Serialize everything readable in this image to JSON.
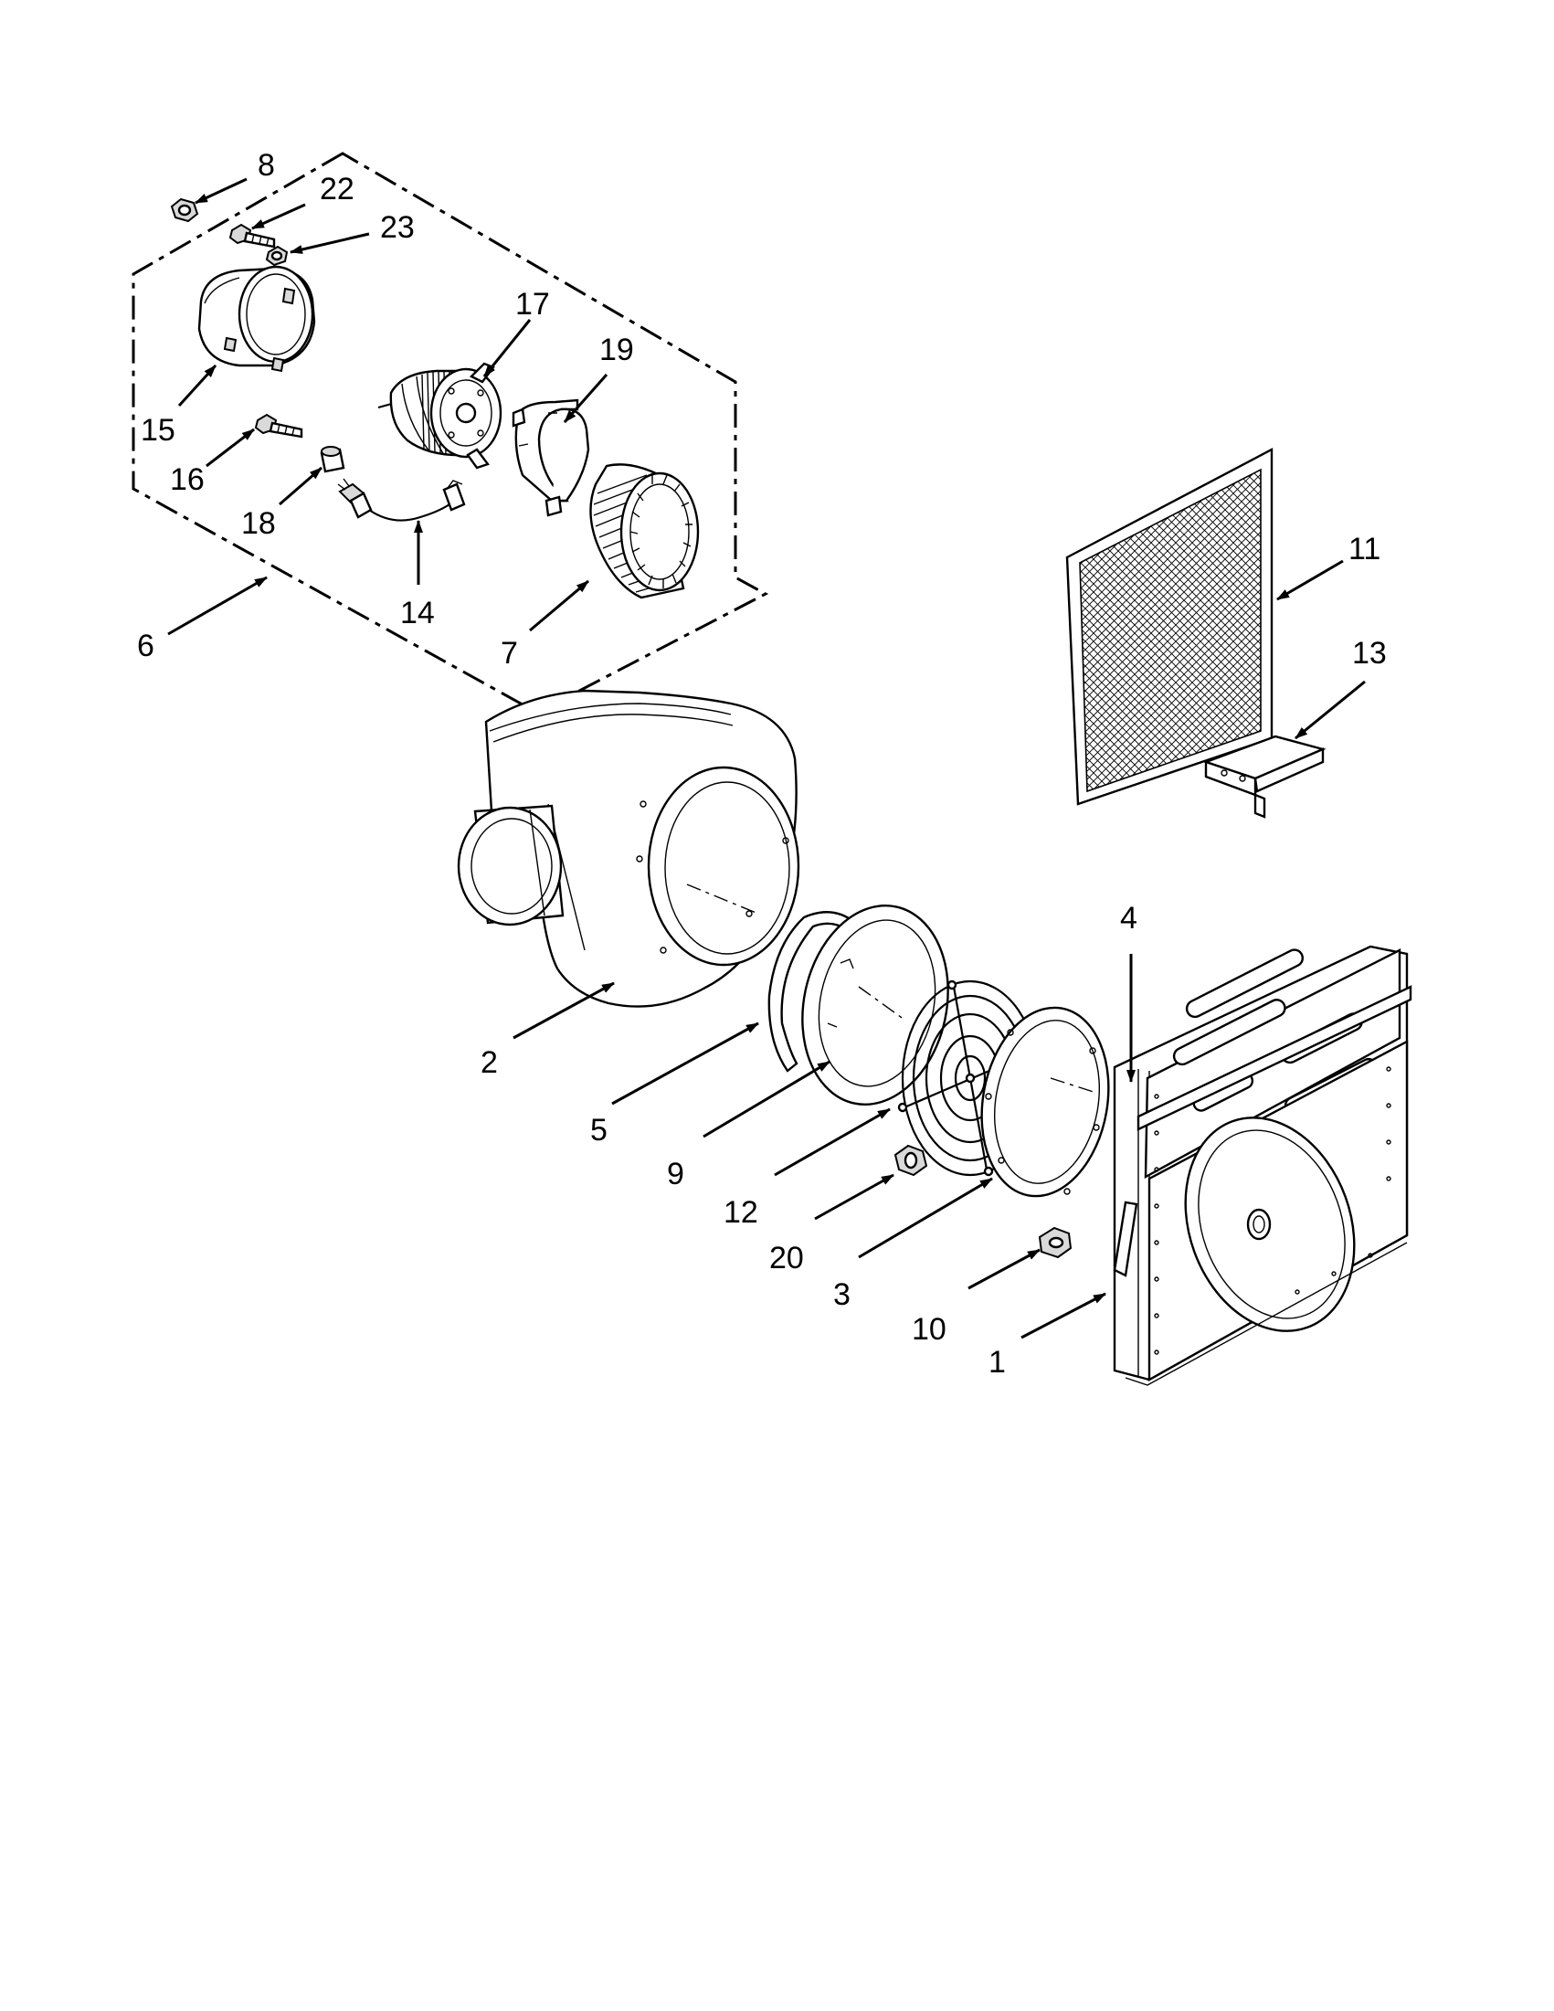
{
  "callouts": [
    {
      "id": "c8",
      "text": "8"
    },
    {
      "id": "c22",
      "text": "22"
    },
    {
      "id": "c23",
      "text": "23"
    },
    {
      "id": "c17",
      "text": "17"
    },
    {
      "id": "c19",
      "text": "19"
    },
    {
      "id": "c15",
      "text": "15"
    },
    {
      "id": "c16",
      "text": "16"
    },
    {
      "id": "c18",
      "text": "18"
    },
    {
      "id": "c14",
      "text": "14"
    },
    {
      "id": "c7",
      "text": "7"
    },
    {
      "id": "c6",
      "text": "6"
    },
    {
      "id": "c11",
      "text": "11"
    },
    {
      "id": "c13",
      "text": "13"
    },
    {
      "id": "c4",
      "text": "4"
    },
    {
      "id": "c2",
      "text": "2"
    },
    {
      "id": "c5",
      "text": "5"
    },
    {
      "id": "c9",
      "text": "9"
    },
    {
      "id": "c12",
      "text": "12"
    },
    {
      "id": "c20",
      "text": "20"
    },
    {
      "id": "c3",
      "text": "3"
    },
    {
      "id": "c10",
      "text": "10"
    },
    {
      "id": "c1",
      "text": "1"
    }
  ]
}
